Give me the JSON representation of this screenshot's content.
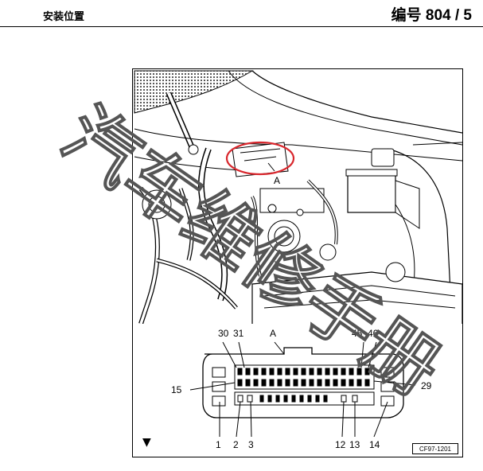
{
  "header": {
    "section_title": "安装位置",
    "doc_number": "编号 804 / 5"
  },
  "figure": {
    "callout_letter": "A",
    "connector_letter": "A",
    "pin_labels_top": [
      "30",
      "31",
      "45",
      "46"
    ],
    "pin_labels_side_left": "15",
    "pin_labels_side_right": "29",
    "pin_labels_bottom": [
      "1",
      "2",
      "3",
      "12",
      "13",
      "14"
    ],
    "figure_code": "CF97-1201",
    "arrow_mark": "▼"
  },
  "watermark": {
    "text": "汽车维修手册"
  },
  "colors": {
    "callout_ring": "#d8262c",
    "ink": "#000000"
  }
}
